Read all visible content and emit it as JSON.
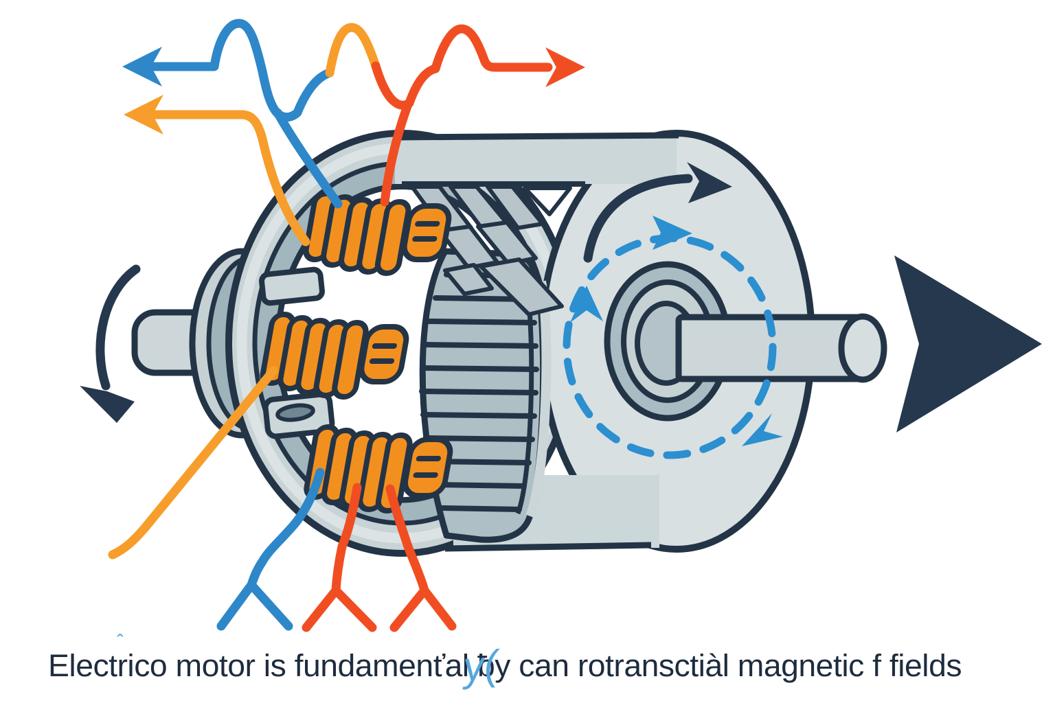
{
  "caption": {
    "text": "Electrico motor is fundamenťal ƀy can rotransctiàl magnetic f fields",
    "blue_overlay": "y(",
    "blue_accent": "ˆ"
  },
  "colors": {
    "outline": "#243447",
    "arrow_navy": "#26384e",
    "endcap": "#d8e0e2",
    "band": "#ccd7da",
    "annulus_light": "#c8d3d6",
    "annulus_mid": "#a2b6bd",
    "annulus_bevel": "#dce3e5",
    "disc": "#9fb3bb",
    "disc_rim": "#c6d1d4",
    "drum": "#aebfc5",
    "drum_rim": "#ccd6d8",
    "hub_outer": "#a9bcc3",
    "hub_mid": "#c6d1d4",
    "hub_inner": "#b3c3c9",
    "shaft": "#cdd7d9",
    "shaft_end": "#d6dee0",
    "coil": "#f2901f",
    "wire_blue": "#2e87c9",
    "wire_orange": "#f79d2b",
    "wire_red": "#f04e22",
    "dash_blue": "#2b8fd0",
    "hole_dark": "#6f8894",
    "caption": "#1e2c3e",
    "caption_blue": "#56a7dc"
  },
  "icons": {
    "phase_arrow_blue": "left-arrow",
    "phase_arrow_orange": "left-arrow",
    "phase_arrow_red": "right-arrow",
    "shaft_output_arrow": "right-arrow",
    "left_rotation_arrow": "counter-clockwise-arc",
    "cap_rotation_arrow": "clockwise-arc",
    "rotating_field": "dashed-circle-clockwise"
  }
}
